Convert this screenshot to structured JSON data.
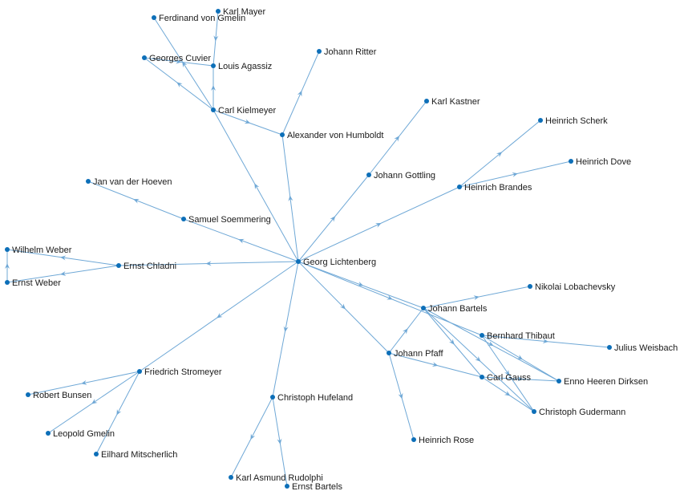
{
  "graph": {
    "nodes": [
      {
        "id": "karl-mayer",
        "label": "Karl Mayer"
      },
      {
        "id": "ferdinand-von-gmelin",
        "label": "Ferdinand von Gmelin"
      },
      {
        "id": "georges-cuvier",
        "label": "Georges Cuvier"
      },
      {
        "id": "louis-agassiz",
        "label": "Louis Agassiz"
      },
      {
        "id": "johann-ritter",
        "label": "Johann Ritter"
      },
      {
        "id": "carl-kielmeyer",
        "label": "Carl Kielmeyer"
      },
      {
        "id": "karl-kastner",
        "label": "Karl Kastner"
      },
      {
        "id": "heinrich-scherk",
        "label": "Heinrich Scherk"
      },
      {
        "id": "alexander-von-humboldt",
        "label": "Alexander von Humboldt"
      },
      {
        "id": "heinrich-dove",
        "label": "Heinrich Dove"
      },
      {
        "id": "johann-gottling",
        "label": "Johann Gottling"
      },
      {
        "id": "jan-van-der-hoeven",
        "label": "Jan van der Hoeven"
      },
      {
        "id": "heinrich-brandes",
        "label": "Heinrich Brandes"
      },
      {
        "id": "samuel-soemmering",
        "label": "Samuel Soemmering"
      },
      {
        "id": "wilhelm-weber",
        "label": "Wilhelm Weber"
      },
      {
        "id": "georg-lichtenberg",
        "label": "Georg Lichtenberg"
      },
      {
        "id": "ernst-chladni",
        "label": "Ernst Chladni"
      },
      {
        "id": "ernst-weber",
        "label": "Ernst Weber"
      },
      {
        "id": "nikolai-lobachevsky",
        "label": "Nikolai Lobachevsky"
      },
      {
        "id": "johann-bartels",
        "label": "Johann Bartels"
      },
      {
        "id": "bernhard-thibaut",
        "label": "Bernhard Thibaut"
      },
      {
        "id": "julius-weisbach",
        "label": "Julius Weisbach"
      },
      {
        "id": "johann-pfaff",
        "label": "Johann Pfaff"
      },
      {
        "id": "friedrich-stromeyer",
        "label": "Friedrich Stromeyer"
      },
      {
        "id": "carl-gauss",
        "label": "Carl Gauss"
      },
      {
        "id": "enno-heeren-dirksen",
        "label": "Enno Heeren Dirksen"
      },
      {
        "id": "robert-bunsen",
        "label": "Robert Bunsen"
      },
      {
        "id": "christoph-hufeland",
        "label": "Christoph Hufeland"
      },
      {
        "id": "christoph-gudermann",
        "label": "Christoph Gudermann"
      },
      {
        "id": "leopold-gmelin",
        "label": "Leopold Gmelin"
      },
      {
        "id": "heinrich-rose",
        "label": "Heinrich Rose"
      },
      {
        "id": "eilhard-mitscherlich",
        "label": "Eilhard Mitscherlich"
      },
      {
        "id": "karl-asmund-rudolphi",
        "label": "Karl Asmund Rudolphi"
      },
      {
        "id": "ernst-bartels",
        "label": "Ernst Bartels"
      }
    ],
    "edges": [
      {
        "from": "georg-lichtenberg",
        "to": "alexander-von-humboldt"
      },
      {
        "from": "georg-lichtenberg",
        "to": "carl-kielmeyer"
      },
      {
        "from": "georg-lichtenberg",
        "to": "johann-gottling"
      },
      {
        "from": "georg-lichtenberg",
        "to": "heinrich-brandes"
      },
      {
        "from": "georg-lichtenberg",
        "to": "samuel-soemmering"
      },
      {
        "from": "georg-lichtenberg",
        "to": "ernst-chladni"
      },
      {
        "from": "georg-lichtenberg",
        "to": "johann-bartels"
      },
      {
        "from": "georg-lichtenberg",
        "to": "bernhard-thibaut"
      },
      {
        "from": "georg-lichtenberg",
        "to": "johann-pfaff"
      },
      {
        "from": "georg-lichtenberg",
        "to": "friedrich-stromeyer"
      },
      {
        "from": "georg-lichtenberg",
        "to": "christoph-hufeland"
      },
      {
        "from": "alexander-von-humboldt",
        "to": "johann-ritter"
      },
      {
        "from": "carl-kielmeyer",
        "to": "alexander-von-humboldt"
      },
      {
        "from": "carl-kielmeyer",
        "to": "georges-cuvier"
      },
      {
        "from": "carl-kielmeyer",
        "to": "ferdinand-von-gmelin"
      },
      {
        "from": "carl-kielmeyer",
        "to": "louis-agassiz"
      },
      {
        "from": "georges-cuvier",
        "to": "louis-agassiz"
      },
      {
        "from": "karl-mayer",
        "to": "louis-agassiz"
      },
      {
        "from": "johann-gottling",
        "to": "karl-kastner"
      },
      {
        "from": "heinrich-brandes",
        "to": "heinrich-scherk"
      },
      {
        "from": "heinrich-brandes",
        "to": "heinrich-dove"
      },
      {
        "from": "samuel-soemmering",
        "to": "jan-van-der-hoeven"
      },
      {
        "from": "ernst-chladni",
        "to": "wilhelm-weber"
      },
      {
        "from": "ernst-chladni",
        "to": "ernst-weber"
      },
      {
        "from": "ernst-weber",
        "to": "wilhelm-weber"
      },
      {
        "from": "johann-bartels",
        "to": "nikolai-lobachevsky"
      },
      {
        "from": "johann-bartels",
        "to": "carl-gauss"
      },
      {
        "from": "johann-bartels",
        "to": "christoph-gudermann"
      },
      {
        "from": "johann-bartels",
        "to": "enno-heeren-dirksen"
      },
      {
        "from": "johann-pfaff",
        "to": "johann-bartels"
      },
      {
        "from": "johann-pfaff",
        "to": "carl-gauss"
      },
      {
        "from": "johann-pfaff",
        "to": "heinrich-rose"
      },
      {
        "from": "bernhard-thibaut",
        "to": "julius-weisbach"
      },
      {
        "from": "bernhard-thibaut",
        "to": "enno-heeren-dirksen"
      },
      {
        "from": "bernhard-thibaut",
        "to": "christoph-gudermann"
      },
      {
        "from": "carl-gauss",
        "to": "enno-heeren-dirksen"
      },
      {
        "from": "carl-gauss",
        "to": "christoph-gudermann"
      },
      {
        "from": "friedrich-stromeyer",
        "to": "robert-bunsen"
      },
      {
        "from": "friedrich-stromeyer",
        "to": "leopold-gmelin"
      },
      {
        "from": "friedrich-stromeyer",
        "to": "eilhard-mitscherlich"
      },
      {
        "from": "christoph-hufeland",
        "to": "karl-asmund-rudolphi"
      },
      {
        "from": "christoph-hufeland",
        "to": "ernst-bartels"
      }
    ]
  },
  "colors": {
    "node": "#0d6fb8",
    "edge": "#6fa8d6",
    "label": "#1a1a1a",
    "background": "#ffffff"
  }
}
